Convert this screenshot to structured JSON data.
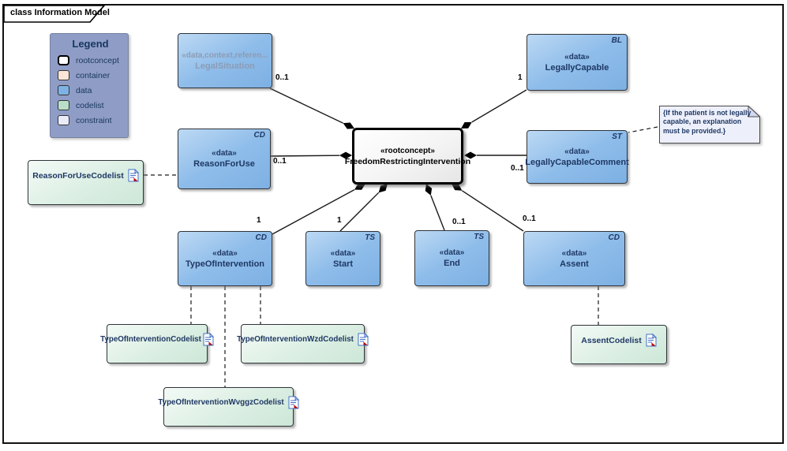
{
  "frame": {
    "title": "class Information Model"
  },
  "legend": {
    "title": "Legend",
    "items": [
      {
        "label": "rootconcept",
        "color": "#ffffff"
      },
      {
        "label": "container",
        "color": "#fbe5d6"
      },
      {
        "label": "data",
        "color": "#7fb2e4"
      },
      {
        "label": "codelist",
        "color": "#b9dfca"
      },
      {
        "label": "constraint",
        "color": "#e9ebfa"
      }
    ]
  },
  "nodes": {
    "legal_situation": {
      "stereotype": "«data,context,referen...",
      "name": "LegalSituation"
    },
    "legally_capable": {
      "stereotype": "«data»",
      "name": "LegallyCapable",
      "datatype": "BL"
    },
    "legally_capable_comment": {
      "stereotype": "«data»",
      "name": "LegallyCapableComment",
      "datatype": "ST"
    },
    "reason_for_use": {
      "stereotype": "«data»",
      "name": "ReasonForUse",
      "datatype": "CD"
    },
    "central": {
      "stereotype": "«rootconcept»",
      "name": "FreedomRestrictingIntervention"
    },
    "type_of_intervention": {
      "stereotype": "«data»",
      "name": "TypeOfIntervention",
      "datatype": "CD"
    },
    "start": {
      "stereotype": "«data»",
      "name": "Start",
      "datatype": "TS"
    },
    "end": {
      "stereotype": "«data»",
      "name": "End",
      "datatype": "TS"
    },
    "assent": {
      "stereotype": "«data»",
      "name": "Assent",
      "datatype": "CD"
    }
  },
  "codelists": {
    "reason_for_use": {
      "name": "ReasonForUseCodelist"
    },
    "type_of_intervention": {
      "name": "TypeOfInterventionCodelist"
    },
    "type_of_intervention_wzd": {
      "name": "TypeOfInterventionWzdCodelist"
    },
    "type_of_intervention_wvggz": {
      "name": "TypeOfInterventionWvggzCodelist"
    },
    "assent": {
      "name": "AssentCodelist"
    }
  },
  "constraint_note": {
    "text": "{If the patient is not legally capable, an explanation must be provided.}"
  },
  "multiplicities": {
    "legal_situation": "0..1",
    "legally_capable": "1",
    "reason_for_use": "0..1",
    "legally_capable_comment": "0..1",
    "type_of_intervention": "1",
    "start": "1",
    "end": "0..1",
    "assent": "0..1"
  }
}
